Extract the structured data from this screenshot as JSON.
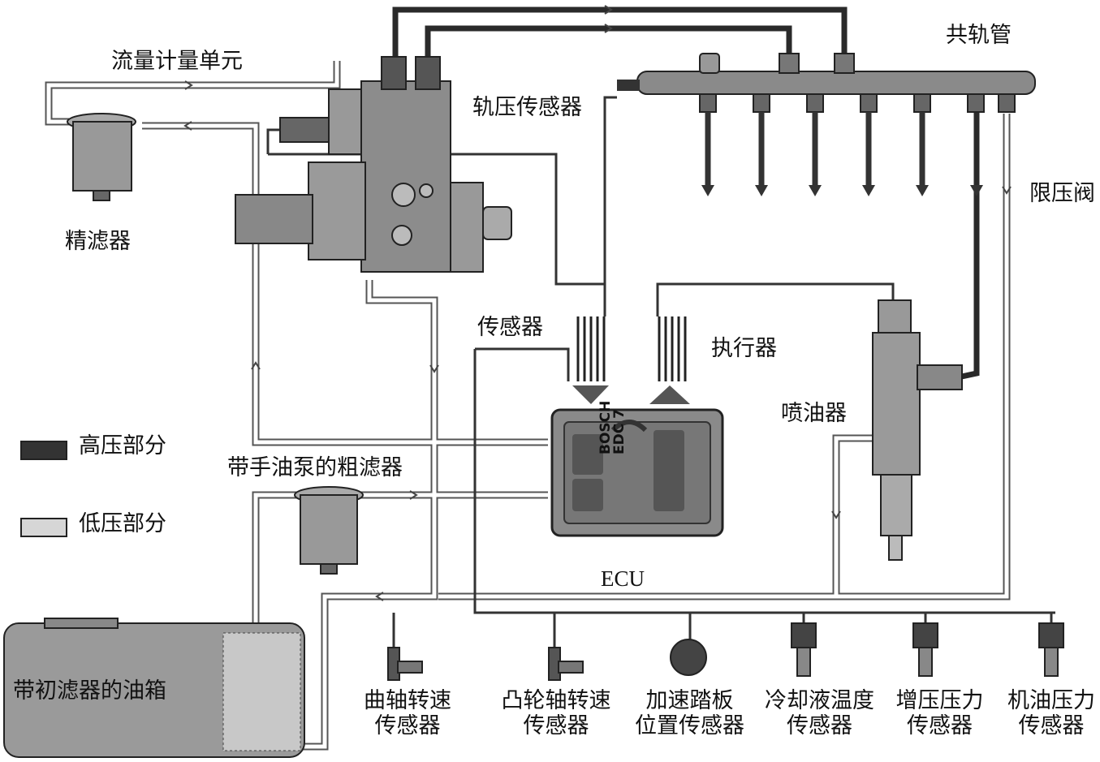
{
  "labels": {
    "flow_metering_unit": "流量计量单元",
    "fine_filter": "精滤器",
    "rail_pressure_sensor": "轨压传感器",
    "common_rail": "共轨管",
    "pressure_limit_valve": "限压阀",
    "sensor": "传感器",
    "actuator": "执行器",
    "injector": "喷油器",
    "coarse_filter": "带手油泵的粗滤器",
    "ecu": "ECU",
    "tank": "带初滤器的油箱"
  },
  "ecu_box": {
    "brand": "BOSCH",
    "model": "EDC 7"
  },
  "legend": {
    "high_pressure": {
      "label": "高压部分",
      "color": "#333333"
    },
    "low_pressure": {
      "label": "低压部分",
      "color": "#d6d6d6"
    }
  },
  "sensors_row": [
    {
      "line1": "曲轴转速",
      "line2": "传感器"
    },
    {
      "line1": "凸轮轴转速",
      "line2": "传感器"
    },
    {
      "line1": "加速踏板",
      "line2": "位置传感器"
    },
    {
      "line1": "冷却液温度",
      "line2": "传感器"
    },
    {
      "line1": "增压压力",
      "line2": "传感器"
    },
    {
      "line1": "机油压力",
      "line2": "传感器"
    }
  ]
}
